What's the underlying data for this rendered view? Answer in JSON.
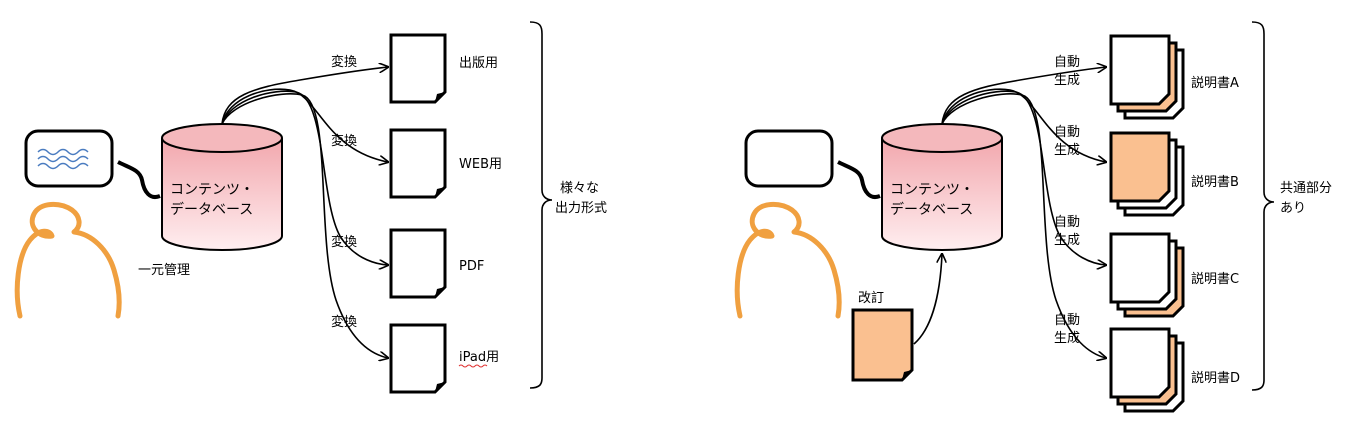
{
  "left": {
    "database_line1": "コンテンツ・",
    "database_line2": "データベース",
    "management_label": "一元管理",
    "conversion_labels": [
      "変換",
      "変換",
      "変換",
      "変換"
    ],
    "outputs": [
      "出版用",
      "WEB用",
      "PDF",
      "iPad用"
    ],
    "bracket_label_line1": "様々な",
    "bracket_label_line2": "出力形式"
  },
  "right": {
    "database_line1": "コンテンツ・",
    "database_line2": "データベース",
    "revision_label": "改訂",
    "generation_labels": [
      {
        "line1": "自動",
        "line2": "生成"
      },
      {
        "line1": "自動",
        "line2": "生成"
      },
      {
        "line1": "自動",
        "line2": "生成"
      },
      {
        "line1": "自動",
        "line2": "生成"
      }
    ],
    "manuals": [
      "説明書A",
      "説明書B",
      "説明書C",
      "説明書D"
    ],
    "bracket_label_line1": "共通部分",
    "bracket_label_line2": "あり"
  },
  "colors": {
    "doc_orange": "#fac090",
    "db_top": "#f4b8bc",
    "db_bottom": "#ffe8ea",
    "person_orange": "#f0a040",
    "wave_blue": "#4a7cc0"
  }
}
